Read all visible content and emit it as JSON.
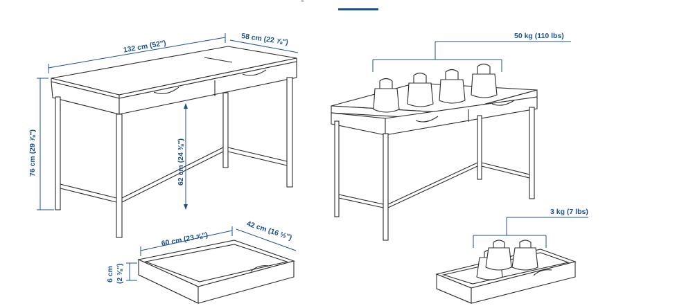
{
  "desk_dimensions": {
    "width": "132 cm (52\")",
    "depth": "58 cm (22 ⅞\")",
    "height": "76 cm (29 ⅞\")",
    "leg_clearance": "62 cm (24 ⅜\")"
  },
  "drawer_dimensions": {
    "width": "60 cm (23 ⅝\")",
    "depth": "42 cm (16 ½\")",
    "height_cm": "6 cm",
    "height_in": "(2 ⅜\")"
  },
  "load_capacity": {
    "desk_top": "50 kg (110 lbs)",
    "drawer": "3 kg (7 lbs)"
  },
  "colors": {
    "annotation": "#1a4f8f",
    "ink": "#2b2b2b",
    "header_bar": "#1a4f8f"
  }
}
